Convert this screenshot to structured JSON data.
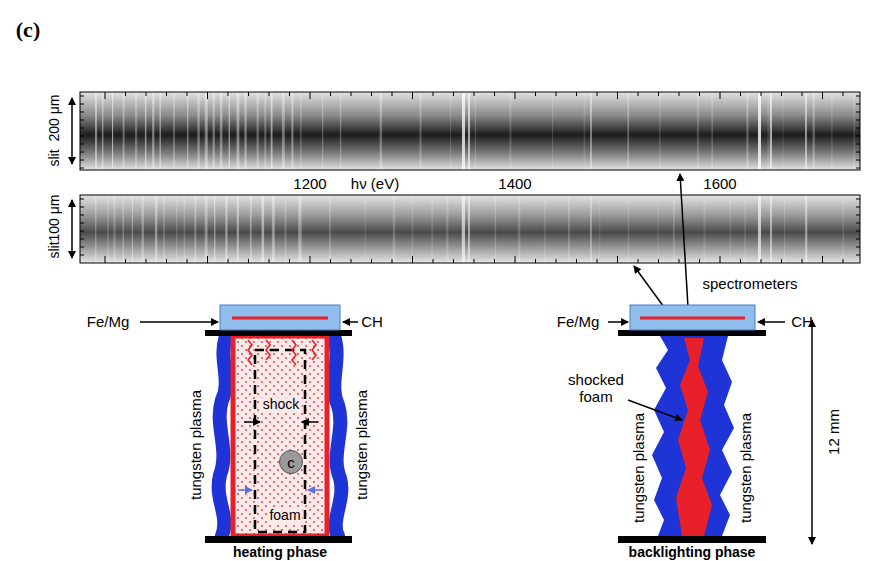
{
  "diagram": {
    "nodes": [
      {
        "text": [
          "c"
        ]
      }
    ],
    "labels": [
      "(c)",
      "200 μm",
      "slit",
      "100 μm",
      "slit",
      "1200",
      "hν (eV)",
      "1400",
      "1600",
      "spectrometers",
      "Fe/Mg",
      "CH",
      "shock",
      "foam",
      "tungsten plasma",
      "tungsten plasma",
      "heating phase",
      "Fe/Mg",
      "CH",
      "shocked foam",
      "tungsten plasma",
      "tungsten plasma",
      "backlighting phase",
      "12 mm"
    ]
  }
}
